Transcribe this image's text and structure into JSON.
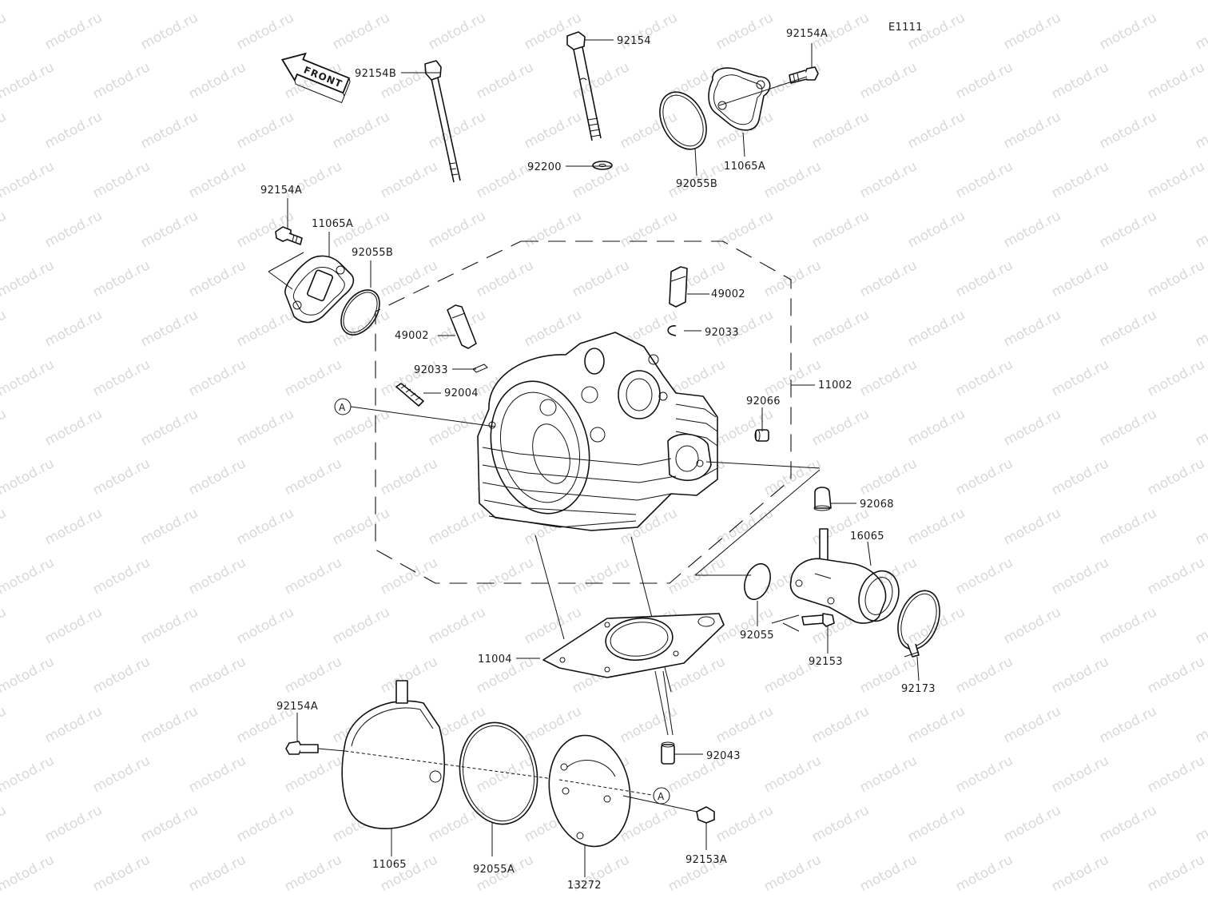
{
  "diagram_code": "E1111",
  "front_label": "FRONT",
  "watermark_text": "motod.ru",
  "ref_marker": "A",
  "colors": {
    "line": "#111111",
    "background": "#ffffff",
    "watermark": "#d9d9d9"
  },
  "parts": [
    {
      "id": "92154",
      "label": "92154"
    },
    {
      "id": "92154B",
      "label": "92154B"
    },
    {
      "id": "92154A-top",
      "label": "92154A"
    },
    {
      "id": "92200",
      "label": "92200"
    },
    {
      "id": "92055B-top",
      "label": "92055B"
    },
    {
      "id": "11065A-top",
      "label": "11065A"
    },
    {
      "id": "92154A-left",
      "label": "92154A"
    },
    {
      "id": "11065A-left",
      "label": "11065A"
    },
    {
      "id": "92055B-left",
      "label": "92055B"
    },
    {
      "id": "49002-right",
      "label": "49002"
    },
    {
      "id": "92033-right",
      "label": "92033"
    },
    {
      "id": "49002-left",
      "label": "49002"
    },
    {
      "id": "92033-left",
      "label": "92033"
    },
    {
      "id": "92004",
      "label": "92004"
    },
    {
      "id": "11002",
      "label": "11002"
    },
    {
      "id": "92066",
      "label": "92066"
    },
    {
      "id": "92068",
      "label": "92068"
    },
    {
      "id": "16065",
      "label": "16065"
    },
    {
      "id": "92055",
      "label": "92055"
    },
    {
      "id": "92153",
      "label": "92153"
    },
    {
      "id": "92173",
      "label": "92173"
    },
    {
      "id": "11004",
      "label": "11004"
    },
    {
      "id": "92043",
      "label": "92043"
    },
    {
      "id": "92154A-bottom",
      "label": "92154A"
    },
    {
      "id": "11065",
      "label": "11065"
    },
    {
      "id": "92055A",
      "label": "92055A"
    },
    {
      "id": "13272",
      "label": "13272"
    },
    {
      "id": "92153A",
      "label": "92153A"
    }
  ]
}
